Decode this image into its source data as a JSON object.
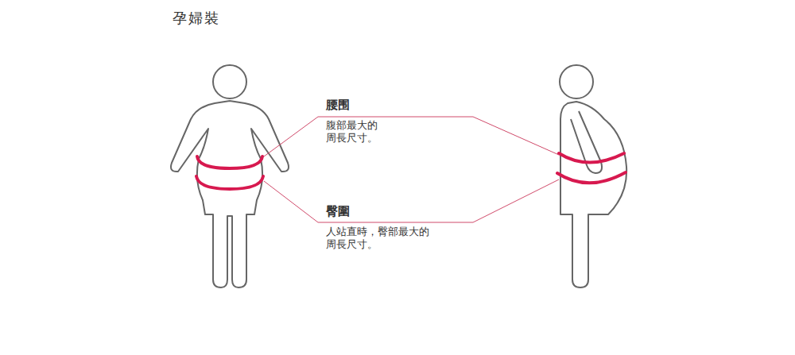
{
  "diagram": {
    "title": "孕婦裝",
    "labels": [
      "腰围",
      "腹部最大的 周長尺寸。",
      "臀圍",
      "人站直時，臀部最大的 周長尺寸。"
    ]
  }
}
